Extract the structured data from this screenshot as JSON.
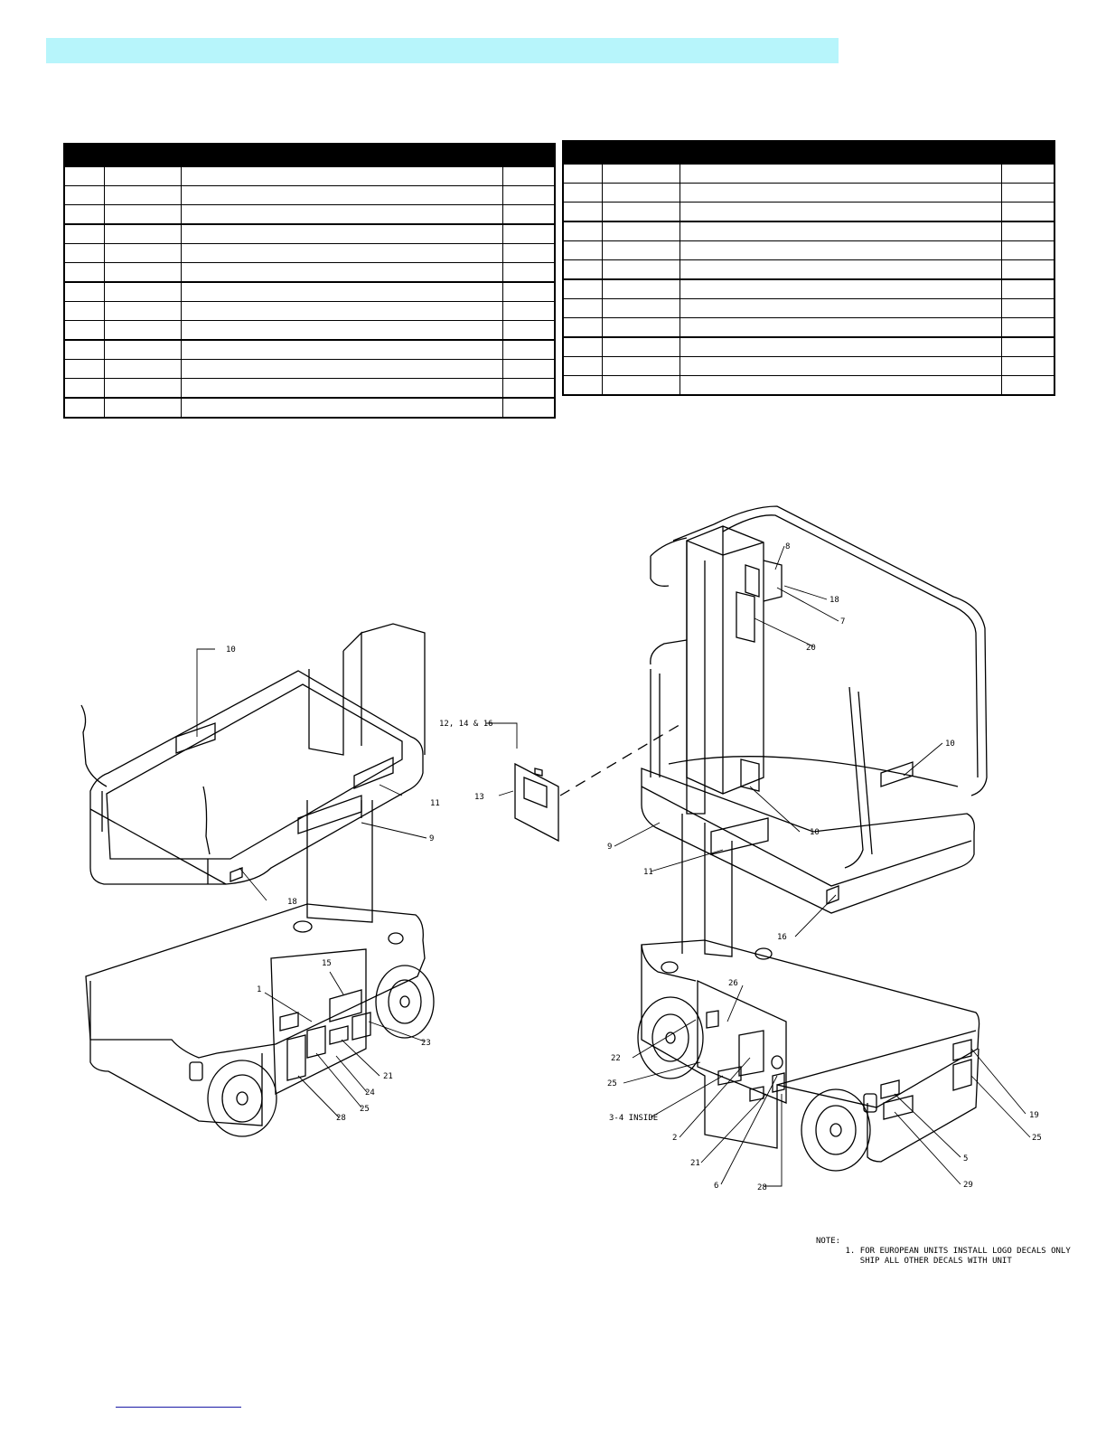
{
  "callouts": {
    "left_view": [
      "10",
      "11",
      "9",
      "18",
      "15",
      "1",
      "23",
      "21",
      "24",
      "25",
      "28"
    ],
    "center": [
      "12, 14 & 16",
      "13"
    ],
    "right_view": [
      "8",
      "18",
      "7",
      "20",
      "10",
      "10",
      "9",
      "11",
      "16",
      "26",
      "22",
      "25",
      "3-4 INSIDE",
      "2",
      "21",
      "6",
      "28",
      "19",
      "25",
      "5",
      "29"
    ]
  },
  "note": {
    "heading": "NOTE:",
    "line1": "1. FOR EUROPEAN UNITS INSTALL LOGO DECALS ONLY",
    "line2": "SHIP ALL OTHER DECALS WITH UNIT"
  }
}
